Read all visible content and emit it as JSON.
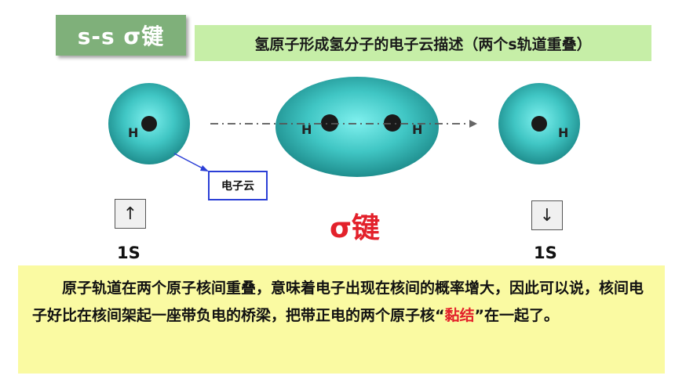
{
  "header": {
    "title": "s-s σ键",
    "subtitle": "氢原子形成氢分子的电子云描述（两个s轨道重叠）"
  },
  "diagram": {
    "atom_label": "H",
    "cloud_label": "电子云",
    "left_spin": "↑",
    "right_spin": "↓",
    "left_orbital": "1S",
    "right_orbital": "1S",
    "bond_label": "σ键",
    "colors": {
      "cloud": "#3fc3c3",
      "nucleus": "#1a1a1a",
      "arrow": "#2b3fd6",
      "bond": "#e3212b"
    }
  },
  "explanation": {
    "part1": "原子轨道在两个原子核间重叠，意味着电子出现在核间的概率增大，因此可以说，核间电子好比在核间架起一座带负电的桥梁，把带正电的两个原子核",
    "quote_open": "“",
    "highlight": "黏结",
    "quote_close": "”",
    "part2": "在一起了。"
  }
}
